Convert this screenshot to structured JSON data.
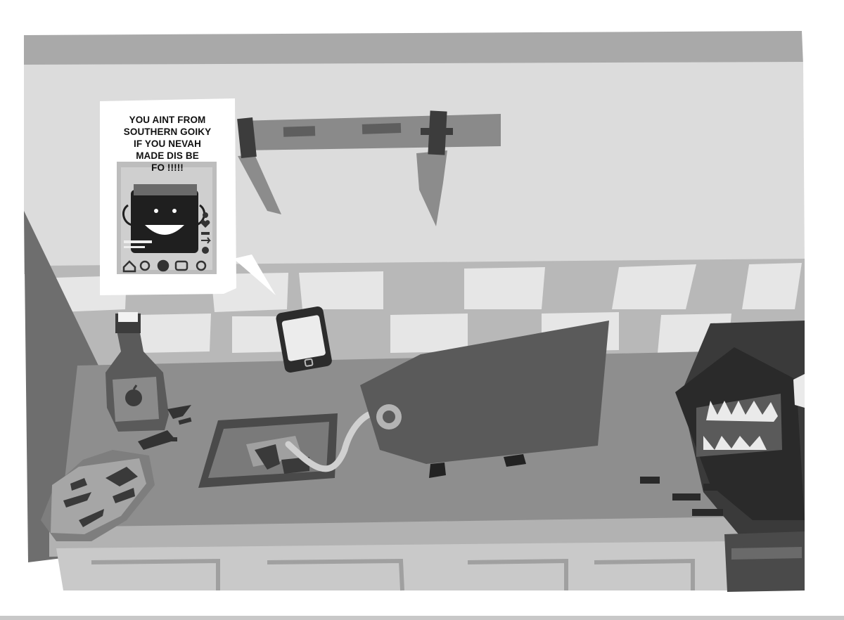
{
  "speech_bubble": {
    "lines": [
      "YOU AINT FROM",
      "SOUTHERN GOIKY",
      "IF YOU NEVAH",
      "MADE DIS BE",
      "FO !!!!!"
    ]
  },
  "colors": {
    "wall": "#dcdcdc",
    "counter": "#8e8e8e",
    "tag": "#5a5a5a",
    "creature": "#2a2a2a"
  }
}
